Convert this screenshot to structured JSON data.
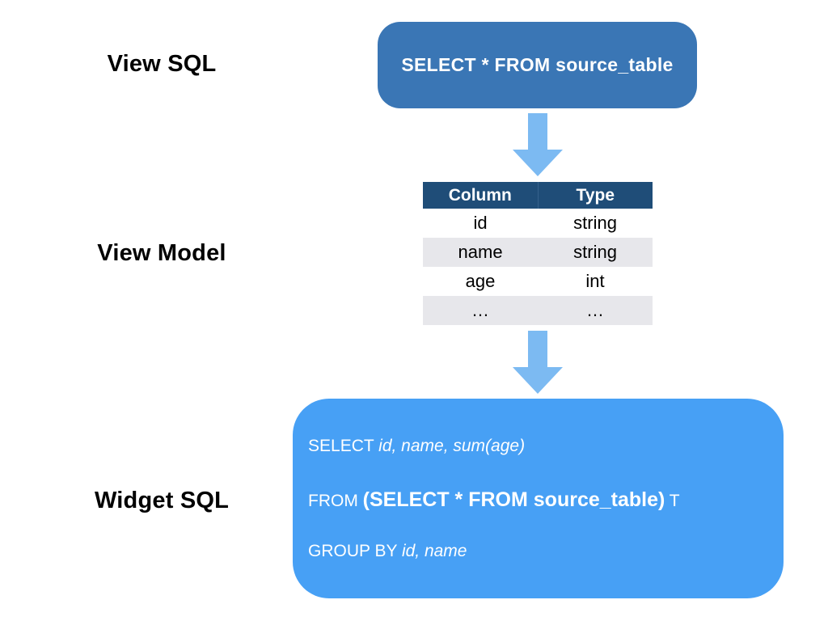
{
  "labels": {
    "view_sql": "View SQL",
    "view_model": "View Model",
    "widget_sql": "Widget SQL"
  },
  "view_sql_box": {
    "text": "SELECT * FROM source_table"
  },
  "view_model_table": {
    "headers": [
      "Column",
      "Type"
    ],
    "rows": [
      {
        "column": "id",
        "type": "string"
      },
      {
        "column": "name",
        "type": "string"
      },
      {
        "column": "age",
        "type": "int"
      },
      {
        "column": "…",
        "type": "…"
      }
    ]
  },
  "widget_sql_box": {
    "line1": {
      "keyword": "SELECT ",
      "fields": "id, name, sum(age)"
    },
    "line2": {
      "keyword": "FROM ",
      "subquery": "(SELECT * FROM source_table)",
      "alias": " T"
    },
    "line3": {
      "keyword": "GROUP BY ",
      "fields": "id, name"
    }
  },
  "colors": {
    "view_sql_box_bg": "#3a76b5",
    "widget_sql_box_bg": "#47a0f5",
    "arrow": "#7cbaf2",
    "table_header_bg": "#1f4d78",
    "table_alt_row_bg": "#e7e7eb",
    "text_on_blue": "#ffffff",
    "label_text": "#000000"
  }
}
